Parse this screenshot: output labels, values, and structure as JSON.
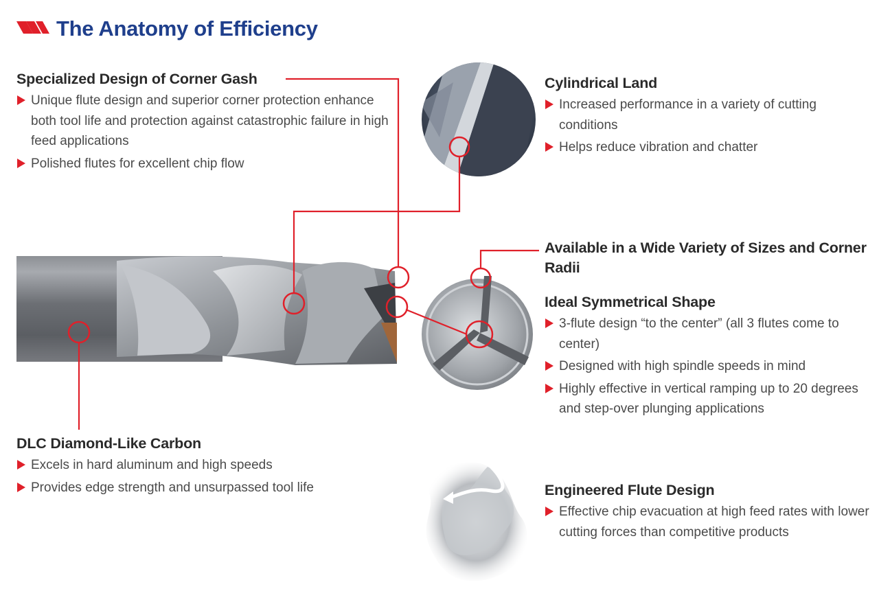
{
  "title": "The Anatomy of Efficiency",
  "colors": {
    "title": "#1f3f8c",
    "accent": "#e0202a",
    "text": "#3a3a3a"
  },
  "sections": {
    "corner_gash": {
      "heading": "Specialized Design of Corner Gash",
      "bullets": [
        "Unique flute design and superior corner protection enhance both tool life and protection against catastrophic failure in high feed applications",
        "Polished flutes for excellent chip flow"
      ]
    },
    "cylindrical_land": {
      "heading": "Cylindrical Land",
      "bullets": [
        "Increased performance in a variety  of cutting conditions",
        "Helps reduce vibration and chatter"
      ]
    },
    "sizes": {
      "heading": "Available in a Wide Variety of Sizes and Corner Radii"
    },
    "symmetrical": {
      "heading": "Ideal Symmetrical Shape",
      "bullets": [
        "3-flute design “to the center” (all 3 flutes come to center)",
        "Designed with high spindle speeds in mind",
        "Highly effective in vertical ramping up to 20 degrees and step-over plunging applications"
      ]
    },
    "dlc": {
      "heading": "DLC Diamond-Like Carbon",
      "bullets": [
        "Excels in hard aluminum and high speeds",
        "Provides edge strength and unsurpassed tool life"
      ]
    },
    "flute": {
      "heading": "Engineered Flute Design",
      "bullets": [
        "Effective chip evacuation at high feed rates with lower cutting forces than competitive products"
      ]
    }
  }
}
